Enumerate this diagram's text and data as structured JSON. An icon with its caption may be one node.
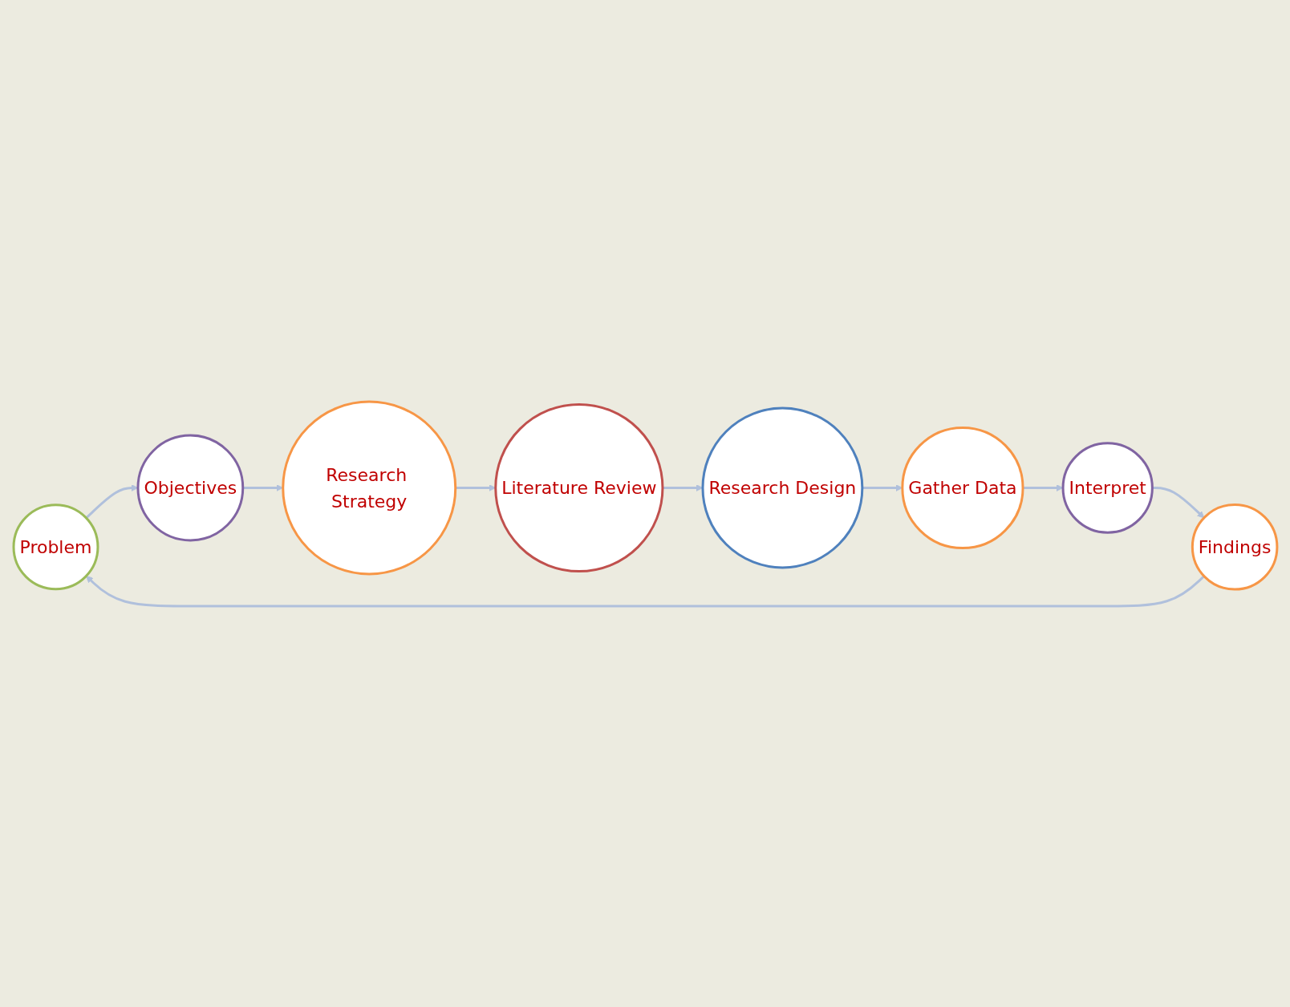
{
  "diagram": {
    "nodes": [
      {
        "text": [
          "Problem"
        ]
      },
      {
        "text": [
          "Objectives"
        ]
      },
      {
        "text": [
          "Research Strategy"
        ]
      },
      {
        "text": [
          "Literature Review"
        ]
      },
      {
        "text": [
          "Research Design"
        ]
      },
      {
        "text": [
          "Gather Data"
        ]
      },
      {
        "text": [
          "Interpret"
        ]
      },
      {
        "text": [
          "Findings"
        ]
      }
    ],
    "edges": [
      {
        "from": 0,
        "to": 1,
        "arrow": "to"
      },
      {
        "from": 1,
        "to": 2,
        "arrow": "to"
      },
      {
        "from": 2,
        "to": 3,
        "arrow": "to"
      },
      {
        "from": 3,
        "to": 4,
        "arrow": "to"
      },
      {
        "from": 4,
        "to": 5,
        "arrow": "to"
      },
      {
        "from": 5,
        "to": 6,
        "arrow": "to"
      },
      {
        "from": 6,
        "to": 7,
        "arrow": "to"
      },
      {
        "from": 7,
        "to": 0,
        "arrow": "to"
      }
    ]
  }
}
